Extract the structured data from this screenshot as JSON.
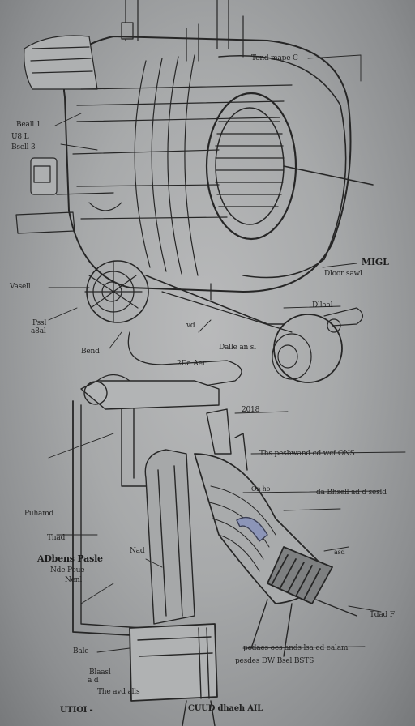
{
  "labels": {
    "top_right_1": "Tond mape C",
    "left_1": "Beall 1",
    "left_2": "U8 L",
    "left_3": "Bsell 3",
    "right_1": "MIGL",
    "right_2": "Dloor sawl",
    "left_4": "Vasell",
    "left_5": "Pssl",
    "left_6": "a8al",
    "mid_1": "vd",
    "mid_2": "Bend",
    "mid_3": "Dalle an sl",
    "mid_4": "Dllaal",
    "mid_5": "2Da Aer",
    "callout_1": "2018",
    "callout_2": "Ths pesbwand cd wcf ONS",
    "callout_3": "On ho",
    "callout_4": "da Bhsell ad d sesld",
    "left_7": "Puhamd",
    "left_8": "Thad",
    "left_9": "Nad",
    "left_10": "ADbens Pasle",
    "left_11": "Nde Peue",
    "left_12": "Nenl",
    "right_3": "Tdad F",
    "right_4": "asd",
    "bottom_note_1": "pedaes oes ands lsa ed ealam",
    "bottom_note_2": "pesdes DW Bsel BSTS",
    "left_13": "Bale",
    "left_14": "Blaasl",
    "left_15": "The avd alls",
    "left_16": "a d",
    "footer_left": "UTIOI -",
    "footer_center": "CUUD dhaeh AIL"
  }
}
